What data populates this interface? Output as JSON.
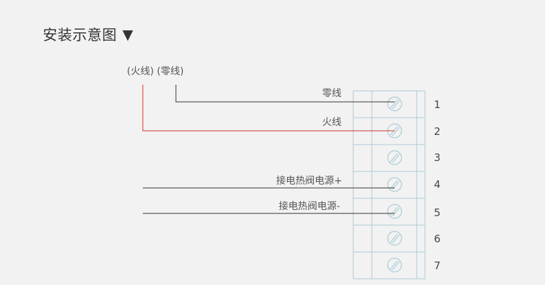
{
  "title": "安装示意图",
  "title_icon": "triangle-down-icon",
  "head_labels": {
    "live": "(火线)",
    "neutral": "(零线)"
  },
  "wires": [
    {
      "label": "零线",
      "terminal": "1",
      "color": "#333333"
    },
    {
      "label": "火线",
      "terminal": "2",
      "color": "#cc3333"
    },
    {
      "label": "接电热阀电源+",
      "terminal": "4",
      "color": "#333333"
    },
    {
      "label": "接电热阀电源-",
      "terminal": "5",
      "color": "#333333"
    }
  ],
  "terminals": [
    "1",
    "2",
    "3",
    "4",
    "5",
    "6",
    "7"
  ],
  "colors": {
    "background": "#f2f2f2",
    "terminal_block": "#a9cbd6",
    "live_wire": "#cc3333",
    "wire": "#333333"
  }
}
